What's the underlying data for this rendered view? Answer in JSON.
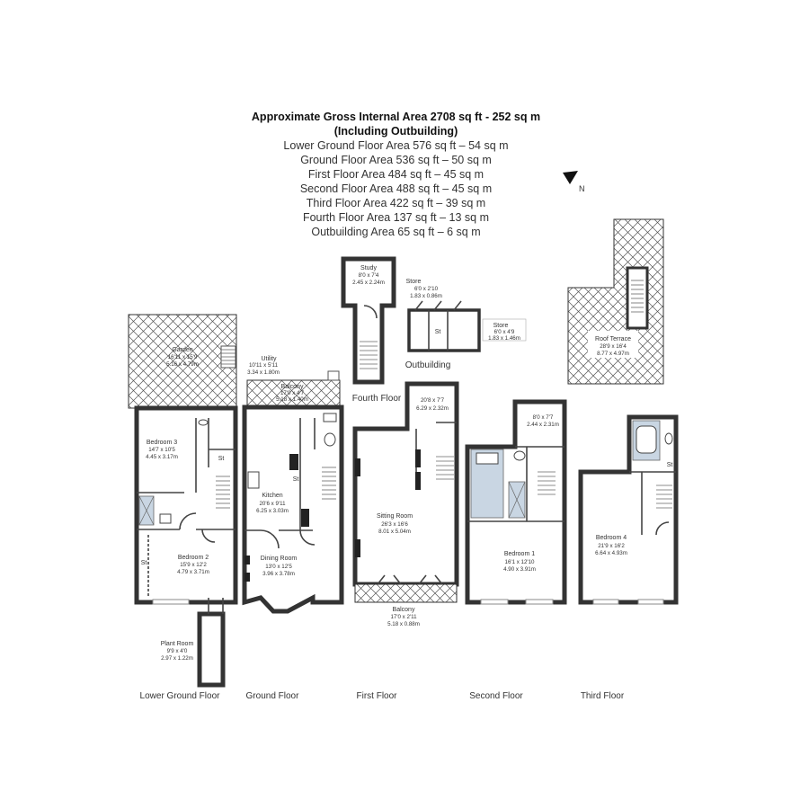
{
  "header": {
    "title_line1": "Approximate Gross Internal Area 2708 sq ft - 252 sq m",
    "title_line2": "(Including Outbuilding)",
    "areas": [
      "Lower Ground Floor Area 576 sq ft – 54 sq m",
      "Ground Floor Area 536 sq ft – 50 sq m",
      "First Floor Area 484 sq ft – 45 sq m",
      "Second Floor Area 488 sq ft – 45 sq m",
      "Third Floor Area 422 sq ft – 39 sq m",
      "Fourth Floor Area 137 sq ft – 13 sq m",
      "Outbuilding Area 65 sq ft – 6 sq m"
    ]
  },
  "compass": {
    "label": "N"
  },
  "floors": {
    "lower_ground": "Lower Ground Floor",
    "ground": "Ground Floor",
    "first": "First Floor",
    "second": "Second Floor",
    "third": "Third Floor",
    "fourth": "Fourth Floor",
    "outbuilding": "Outbuilding"
  },
  "rooms": {
    "garden": {
      "name": "Garden",
      "imperial": "16'11 x 15'9",
      "metric": "5.16 x 4.79m"
    },
    "utility": {
      "name": "Utility",
      "imperial": "10'11 x 5'11",
      "metric": "3.34 x 1.80m"
    },
    "bedroom3": {
      "name": "Bedroom 3",
      "imperial": "14'7 x 10'5",
      "metric": "4.45 x 3.17m"
    },
    "bedroom2": {
      "name": "Bedroom 2",
      "imperial": "15'9 x 12'2",
      "metric": "4.79 x 3.71m"
    },
    "plant_room": {
      "name": "Plant Room",
      "imperial": "9'9 x 4'0",
      "metric": "2.97 x 1.22m"
    },
    "balcony_ground": {
      "name": "Balcony",
      "imperial": "17'0 x 4'7",
      "metric": "5.18 x 1.40m"
    },
    "kitchen": {
      "name": "Kitchen",
      "imperial": "20'6 x 9'11",
      "metric": "6.25 x 3.03m"
    },
    "dining_room": {
      "name": "Dining Room",
      "imperial": "13'0 x 12'5",
      "metric": "3.96 x 3.78m"
    },
    "study": {
      "name": "Study",
      "imperial": "8'0 x 7'4",
      "metric": "2.45 x 2.24m"
    },
    "sitting_room": {
      "name": "Sitting Room",
      "imperial": "26'3 x 16'6",
      "metric": "8.01 x 5.04m"
    },
    "first_rear_room": {
      "name": "",
      "imperial": "20'8 x 7'7",
      "metric": "6.29 x 2.32m"
    },
    "balcony_first": {
      "name": "Balcony",
      "imperial": "17'0 x 2'11",
      "metric": "5.18 x 0.88m"
    },
    "store_top": {
      "name": "Store",
      "imperial": "6'0 x 2'10",
      "metric": "1.83 x 0.86m"
    },
    "store_side": {
      "name": "Store",
      "imperial": "6'0 x 4'9",
      "metric": "1.83 x 1.46m"
    },
    "second_rear_room": {
      "name": "",
      "imperial": "8'0 x 7'7",
      "metric": "2.44 x 2.31m"
    },
    "bedroom1": {
      "name": "Bedroom 1",
      "imperial": "16'1 x 12'10",
      "metric": "4.90 x 3.91m"
    },
    "bedroom4": {
      "name": "Bedroom 4",
      "imperial": "21'9 x 16'2",
      "metric": "6.64 x 4.93m"
    },
    "roof_terrace": {
      "name": "Roof Terrace",
      "imperial": "28'9 x 16'4",
      "metric": "8.77 x 4.97m"
    }
  },
  "marks": {
    "st": "St",
    "st_small": "St"
  }
}
